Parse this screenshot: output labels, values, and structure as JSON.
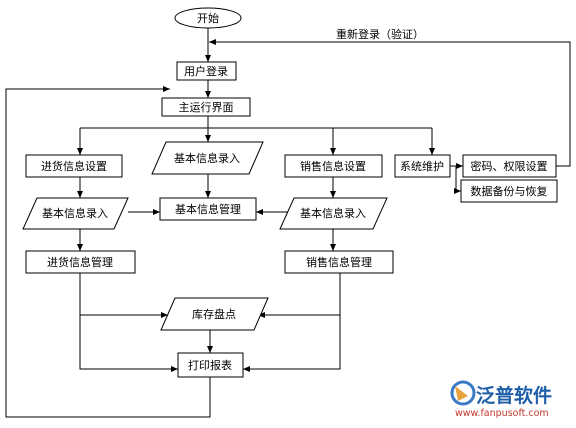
{
  "nodes": {
    "start": "开始",
    "login": "用户登录",
    "main_ui": "主运行界面",
    "purchase_settings": "进货信息设置",
    "basic_input_center": "基本信息录入",
    "sales_settings": "销售信息设置",
    "system_maintenance": "系统维护",
    "password_permission": "密码、权限设置",
    "data_backup": "数据备份与恢复",
    "basic_input_left": "基本信息录入",
    "basic_management": "基本信息管理",
    "basic_input_right": "基本信息录入",
    "purchase_management": "进货信息管理",
    "sales_management": "销售信息管理",
    "inventory": "库存盘点",
    "print_report": "打印报表"
  },
  "edge_labels": {
    "relogin": "重新登录（验证）"
  },
  "logo": {
    "brand": "泛普软件",
    "url": "www.fanpusoft.com"
  }
}
